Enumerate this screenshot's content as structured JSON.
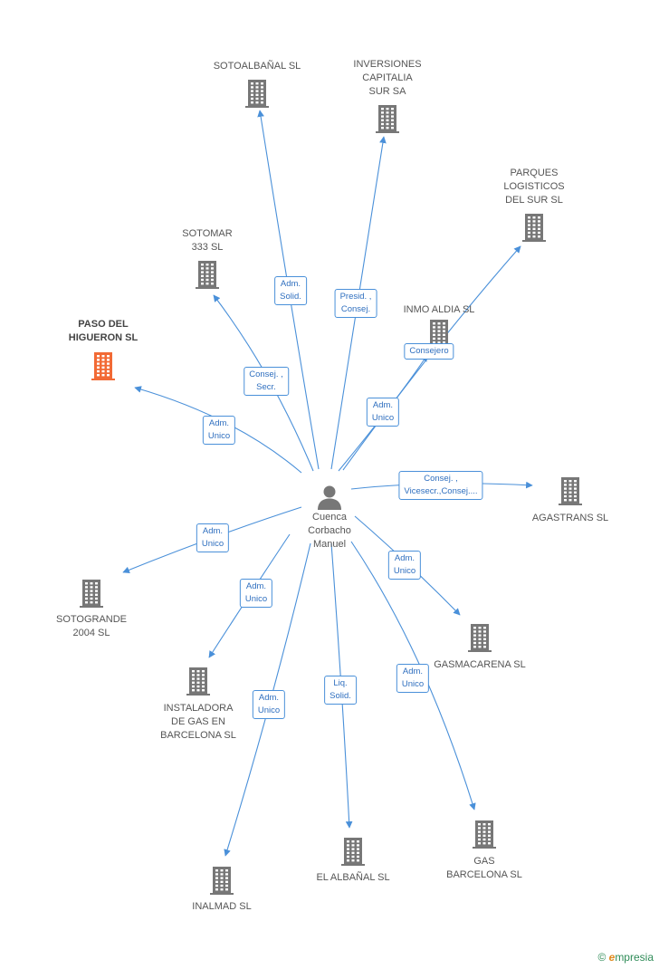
{
  "center": {
    "name": "Cuenca\nCorbacho\nManuel"
  },
  "colors": {
    "edge": "#4a90d9",
    "building": "#777777",
    "highlight": "#f26a35"
  },
  "nodes": [
    {
      "id": "sotoalbanal",
      "label": "SOTOALBAÑAL SL",
      "highlight": false
    },
    {
      "id": "inversiones",
      "label": "INVERSIONES\nCAPITALIA\nSUR SA",
      "highlight": false
    },
    {
      "id": "parques",
      "label": "PARQUES\nLOGISTICOS\nDEL SUR SL",
      "highlight": false
    },
    {
      "id": "sotomar",
      "label": "SOTOMAR\n333 SL",
      "highlight": false
    },
    {
      "id": "paso",
      "label": "PASO DEL\nHIGUERON SL",
      "highlight": true
    },
    {
      "id": "inmo",
      "label": "INMO ALDIA SL",
      "highlight": false
    },
    {
      "id": "agastrans",
      "label": "AGASTRANS SL",
      "highlight": false
    },
    {
      "id": "sotogrande",
      "label": "SOTOGRANDE\n2004 SL",
      "highlight": false
    },
    {
      "id": "gasmacarena",
      "label": "GASMACARENA SL",
      "highlight": false
    },
    {
      "id": "instaladora",
      "label": "INSTALADORA\nDE GAS EN\nBARCELONA  SL",
      "highlight": false
    },
    {
      "id": "gas",
      "label": "GAS\nBARCELONA  SL",
      "highlight": false
    },
    {
      "id": "albanal",
      "label": "EL ALBAÑAL SL",
      "highlight": false
    },
    {
      "id": "inalmad",
      "label": "INALMAD  SL",
      "highlight": false
    }
  ],
  "edges": [
    {
      "to": "sotoalbanal",
      "label": "Adm.\nSolid."
    },
    {
      "to": "inversiones",
      "label": "Presid. ,\nConsej."
    },
    {
      "to": "parques",
      "label": "Adm.\nUnico"
    },
    {
      "to": "sotomar",
      "label": "Consej. ,\nSecr."
    },
    {
      "to": "paso",
      "label": "Adm.\nUnico"
    },
    {
      "to": "inmo",
      "label": "Consejero"
    },
    {
      "to": "agastrans",
      "label": "Consej. ,\nVicesecr.,Consej...."
    },
    {
      "to": "sotogrande",
      "label": "Adm.\nUnico"
    },
    {
      "to": "gasmacarena",
      "label": "Adm.\nUnico"
    },
    {
      "to": "instaladora",
      "label": "Adm.\nUnico"
    },
    {
      "to": "gas",
      "label": "Adm.\nUnico"
    },
    {
      "to": "albanal",
      "label": "Liq.\nSolid."
    },
    {
      "to": "inalmad",
      "label": "Adm.\nUnico"
    }
  ],
  "footer": {
    "copyright": "©",
    "brand_initial": "e",
    "brand_rest": "mpresia"
  }
}
